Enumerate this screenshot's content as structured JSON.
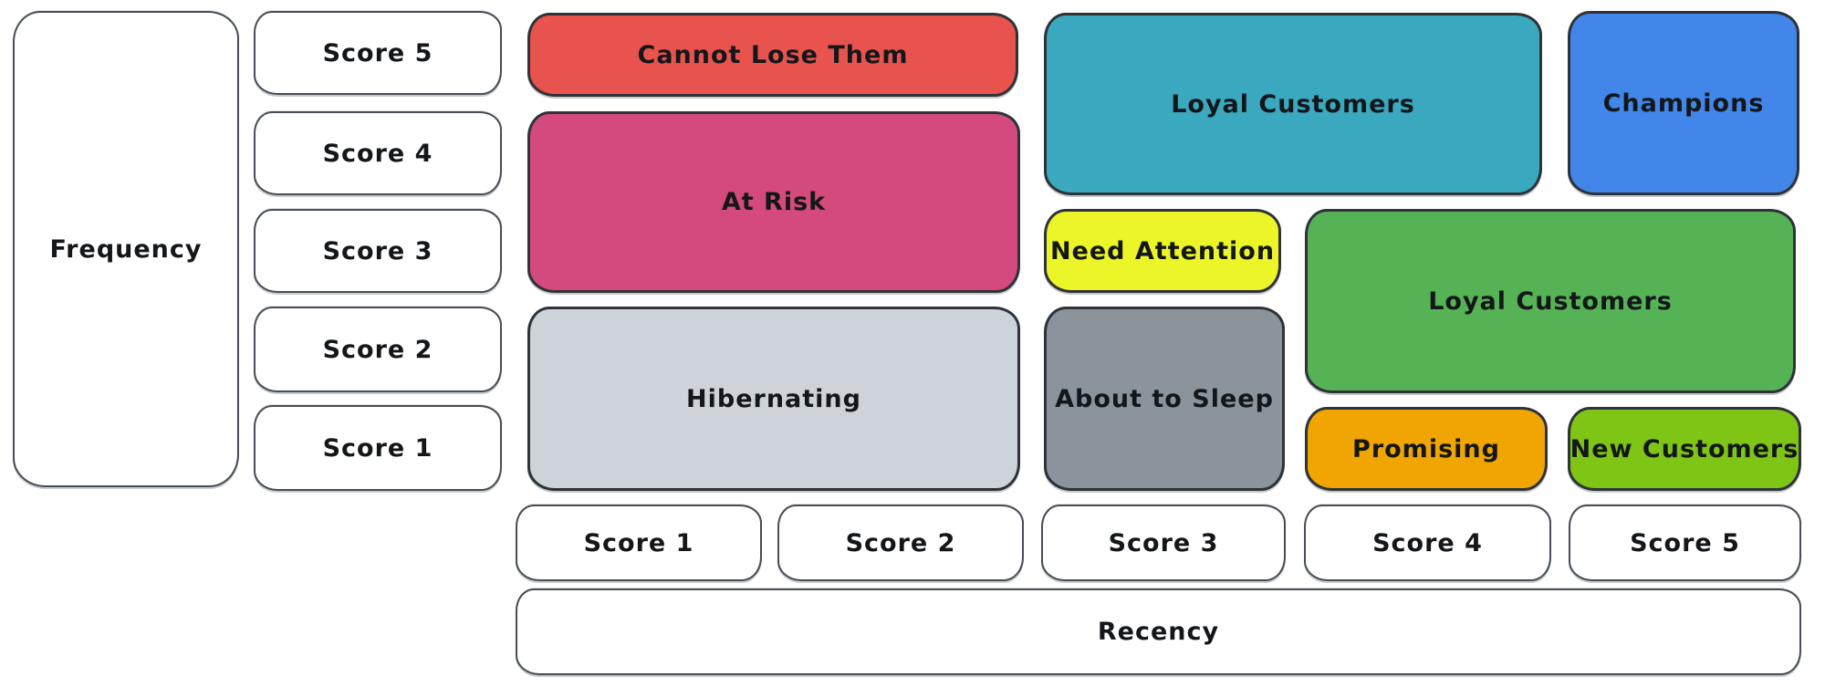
{
  "axes": {
    "frequency": {
      "label": "Frequency",
      "scores": [
        "Score 5",
        "Score 4",
        "Score 3",
        "Score 2",
        "Score 1"
      ]
    },
    "recency": {
      "label": "Recency",
      "scores": [
        "Score 1",
        "Score 2",
        "Score 3",
        "Score 4",
        "Score 5"
      ]
    }
  },
  "segments": [
    {
      "label": "Cannot Lose Them",
      "color": "#e8534e",
      "recency_scores": "1-2",
      "frequency_scores": "5"
    },
    {
      "label": "At Risk",
      "color": "#d44a7e",
      "recency_scores": "1-2",
      "frequency_scores": "3-4"
    },
    {
      "label": "Hibernating",
      "color": "#ced3da",
      "recency_scores": "1-2",
      "frequency_scores": "1-2"
    },
    {
      "label": "Loyal Customers",
      "color": "#3aa8bf",
      "recency_scores": "3-4",
      "frequency_scores": "4-5"
    },
    {
      "label": "Champions",
      "color": "#4186e8",
      "recency_scores": "5",
      "frequency_scores": "4-5"
    },
    {
      "label": "Need Attention",
      "color": "#ecf527",
      "recency_scores": "3",
      "frequency_scores": "3"
    },
    {
      "label": "Loyal Customers",
      "color": "#55b356",
      "recency_scores": "4-5",
      "frequency_scores": "2-3"
    },
    {
      "label": "About to Sleep",
      "color": "#8b939b",
      "recency_scores": "3",
      "frequency_scores": "1-2"
    },
    {
      "label": "Promising",
      "color": "#f0a500",
      "recency_scores": "4",
      "frequency_scores": "1"
    },
    {
      "label": "New Customers",
      "color": "#7ec516",
      "recency_scores": "5",
      "frequency_scores": "1"
    }
  ],
  "style": {
    "background": "#ffffff",
    "stroke": "#2e3338",
    "text_color": "#14171a"
  }
}
